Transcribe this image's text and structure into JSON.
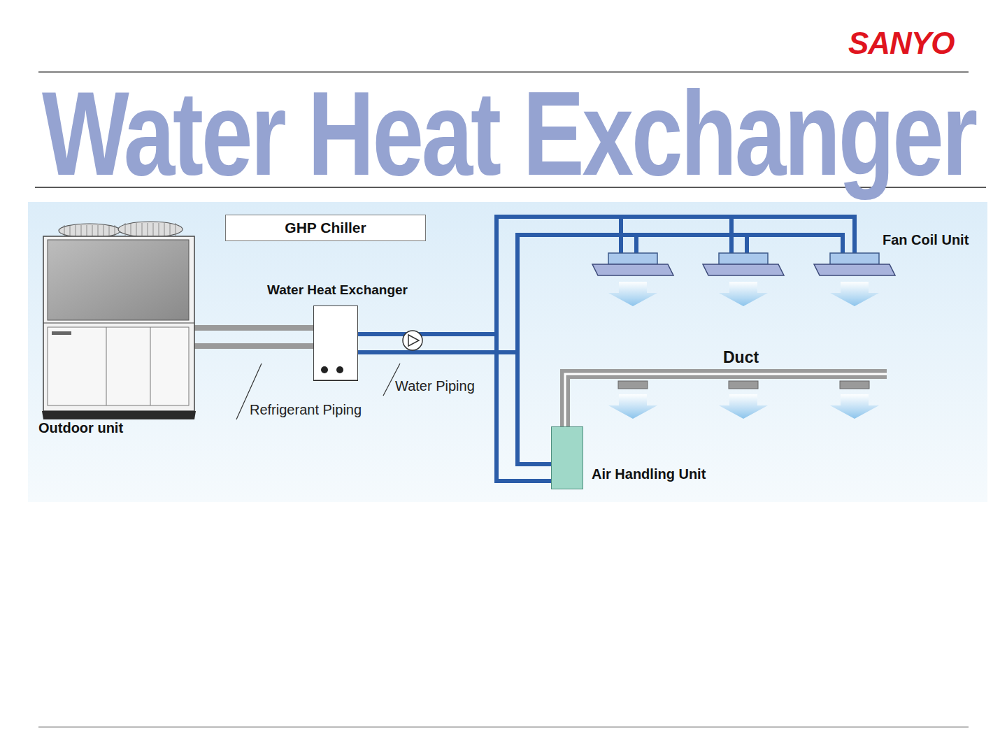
{
  "diagram": {
    "title": "Water Heat Exchanger",
    "nodes": [
      {
        "text": [
          "GHP Chiller"
        ]
      },
      {
        "text": [
          "Outdoor unit"
        ]
      },
      {
        "text": [
          "Water Heat Exchanger"
        ]
      },
      {
        "text": [
          "Air Handling Unit"
        ]
      }
    ],
    "edges": [
      {
        "from": 1,
        "to": 2,
        "arrow": "none"
      },
      {
        "from": 2,
        "to": 3,
        "arrow": "none"
      }
    ],
    "labels": [
      "SANYO",
      "Refrigerant Piping",
      "Water Piping",
      "Fan Coil Unit",
      "Duct"
    ]
  }
}
